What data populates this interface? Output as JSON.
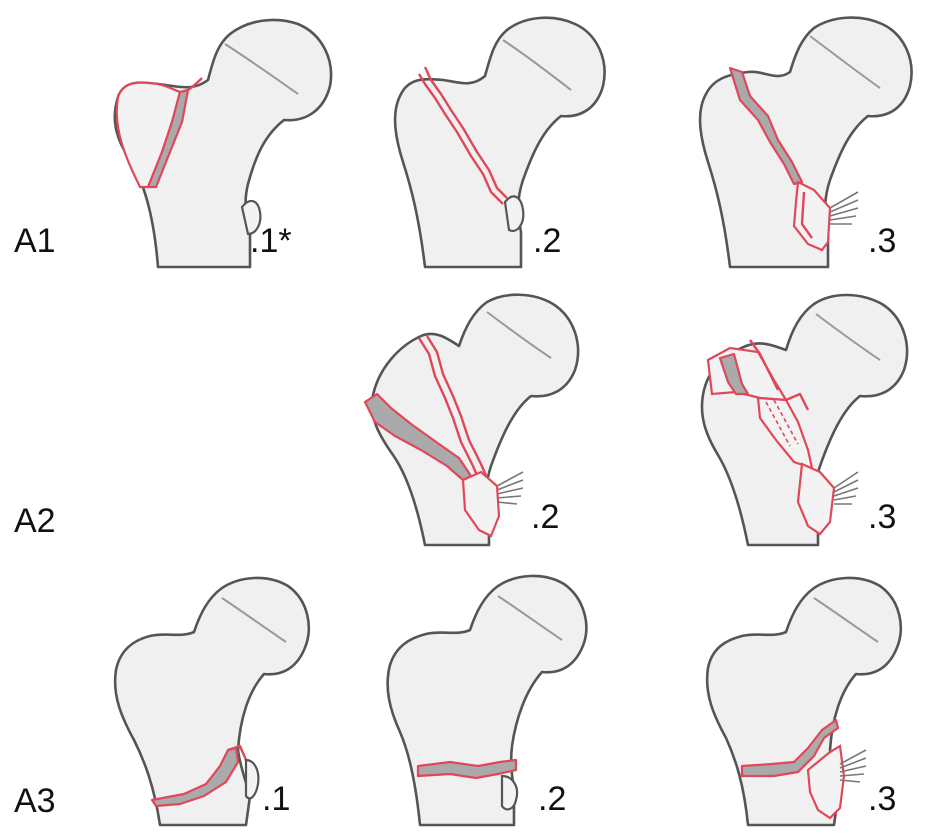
{
  "rows": [
    {
      "label": "A1",
      "panels": [
        ".1*",
        ".2",
        ".3"
      ]
    },
    {
      "label": "A2",
      "panels": [
        ".2",
        ".3"
      ]
    },
    {
      "label": "A3",
      "panels": [
        ".1",
        ".2",
        ".3"
      ]
    }
  ],
  "colors": {
    "fracture": "#e0485a",
    "bone_fill": "#f0f0f0",
    "outline": "#555555",
    "gap_fill": "#aaaaaa"
  }
}
